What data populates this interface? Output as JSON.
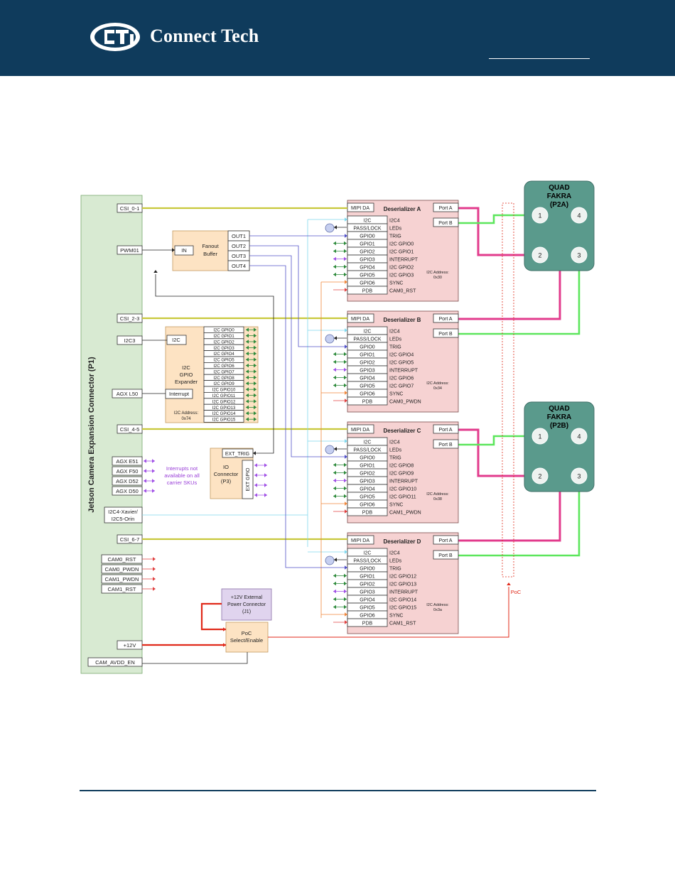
{
  "header": {
    "brand": "Connect Tech"
  },
  "diagram": {
    "connector_title": "Jetson Camera Expansion Connector (P1)",
    "left_signals": {
      "csi_01": "CSI_0-1",
      "pwm01": "PWM01",
      "csi_23": "CSI_2-3",
      "i2c3": "I2C3",
      "agx_l50": "AGX L50",
      "csi_45": "CSI_4-5",
      "agx_e51": "AGX E51",
      "agx_f50": "AGX F50",
      "agx_d52": "AGX D52",
      "agx_d50": "AGX D50",
      "i2c4_line1": "I2C4-Xavier/",
      "i2c4_line2": "I2C5-Orin",
      "csi_67": "CSI_6-7",
      "cam0_rst": "CAM0_RST",
      "cam0_pwdn": "CAM0_PWDN",
      "cam1_pwdn": "CAM1_PWDN",
      "cam1_rst": "CAM1_RST",
      "plus12v": "+12V",
      "cam_avdd_en": "CAM_AVDD_EN"
    },
    "interrupt_note": [
      "Interrupts not",
      "available on all",
      "carrier SKUs"
    ],
    "fanout": {
      "title1": "Fanout",
      "title2": "Buffer",
      "in": "IN",
      "outputs": [
        "OUT1",
        "OUT2",
        "OUT3",
        "OUT4"
      ]
    },
    "gpio_expander": {
      "title": [
        "I2C",
        "GPIO",
        "Expander"
      ],
      "i2c": "I2C",
      "interrupt": "Interrupt",
      "address_label": "I2C Address:",
      "address": "0x74",
      "pins": [
        "I2C GPIO0",
        "I2C GPIO1",
        "I2C GPIO2",
        "I2C GPIO3",
        "I2C GPIO4",
        "I2C GPIO5",
        "I2C GPIO6",
        "I2C GPIO7",
        "I2C GPIO8",
        "I2C GPIO9",
        "I2C GPIO10",
        "I2C GPIO11",
        "I2C GPIO12",
        "I2C GPIO13",
        "I2C GPIO14",
        "I2C GPIO15"
      ]
    },
    "io_connector": {
      "trig": "EXT_TRIG",
      "title": [
        "IO",
        "Connector",
        "(P3)"
      ],
      "gpio": "EXT GPIO"
    },
    "deserializers": [
      {
        "title": "Deserializer A",
        "address": "0x30",
        "sync_pin": "GPIO6",
        "right": [
          "I2C4",
          "LEDs",
          "TRIG",
          "I2C GPIO0",
          "I2C GPIO1",
          "INTERRUPT",
          "I2C GPIO2",
          "I2C GPIO3",
          "SYNC",
          "CAM0_RST"
        ]
      },
      {
        "title": "Deserializer B",
        "address": "0x34",
        "sync_pin": "GPIO6",
        "right": [
          "I2C4",
          "LEDs",
          "TRIG",
          "I2C GPIO4",
          "I2C GPIO5",
          "INTERRUPT",
          "I2C GPIO6",
          "I2C GPIO7",
          "SYNC",
          "CAM0_PWDN"
        ]
      },
      {
        "title": "Deserializer C",
        "address": "0x38",
        "sync_pin": "GPIO6",
        "right": [
          "I2C4",
          "LEDs",
          "TRIG",
          "I2C GPIO8",
          "I2C GPIO9",
          "INTERRUPT",
          "I2C GPIO10",
          "I2C GPIO11",
          "SYNC",
          "CAM1_PWDN"
        ]
      },
      {
        "title": "Deserializer D",
        "address": "0x3a",
        "sync_pin": "GPIO6",
        "right": [
          "I2C4",
          "LEDs",
          "TRIG",
          "I2C GPIO12",
          "I2C GPIO13",
          "INTERRUPT",
          "I2C GPIO14",
          "I2C GPIO15",
          "SYNC",
          "CAM1_RST"
        ]
      }
    ],
    "deser_common": {
      "mipi": "MIPI DA",
      "i2c": "I2C",
      "passlock": "PASS/LOCK",
      "gpio": [
        "GPIO0",
        "GPIO1",
        "GPIO2",
        "GPIO3",
        "GPIO4",
        "GPIO5"
      ],
      "pdb": "PDB",
      "port_a": "Port A",
      "port_b": "Port B",
      "address_label": "I2C Address:"
    },
    "fakra": [
      {
        "title": [
          "QUAD",
          "FAKRA",
          "(P2A)"
        ],
        "pins": [
          "1",
          "4",
          "2",
          "3"
        ]
      },
      {
        "title": [
          "QUAD",
          "FAKRA",
          "(P2B)"
        ],
        "pins": [
          "1",
          "4",
          "2",
          "3"
        ]
      }
    ],
    "power_connector": [
      "+12V External",
      "Power Connector",
      "(J1)"
    ],
    "poc_select": [
      "PoC",
      "Select/Enable"
    ],
    "poc_label": "PoC"
  },
  "colors": {
    "header": "#0f3b5c",
    "csi": "#c8c83a",
    "port_a": "#e23b8c",
    "port_b": "#5ce65c",
    "i2c": "#7fd8ee",
    "trig": "#5050c8",
    "gpio": "#2e8b3c",
    "interrupt": "#a050e6",
    "sync": "#f0883c",
    "reset": "#e04040",
    "power": "#e02a1a",
    "connector_fill": "#d8ead2",
    "deser_fill": "#f6d2d2",
    "orange_fill": "#fde3c3",
    "fakra_fill": "#5a9a8c",
    "purple_fill": "#e0d4ee"
  },
  "icons": [
    "ct-logo-icon",
    "led-icon"
  ]
}
